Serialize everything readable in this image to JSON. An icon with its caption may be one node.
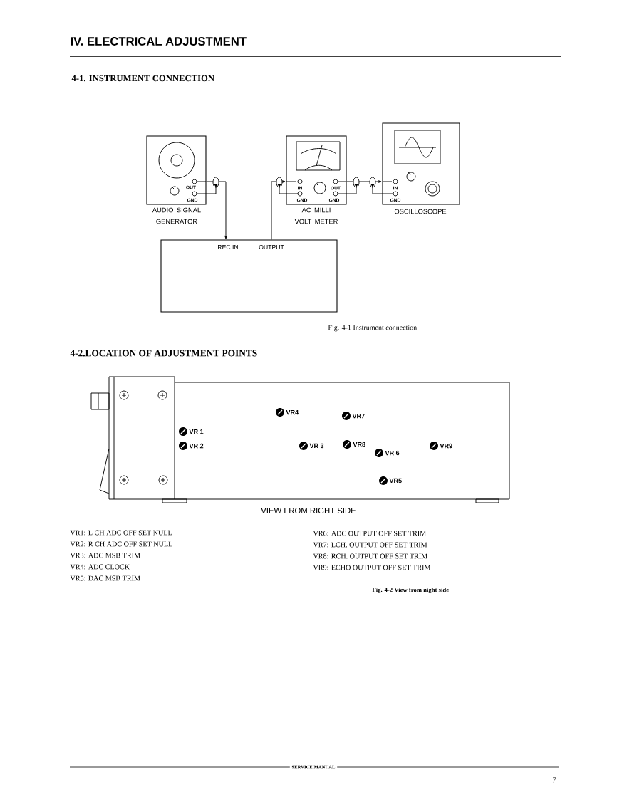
{
  "diagram": {
    "title": "IV. ELECTRICAL ADJUSTMENT",
    "nodes": [
      {
        "text": [
          "OUT",
          "GND",
          "AUDIO SIGNAL GENERATOR"
        ]
      },
      {
        "text": [
          "IN",
          "GND",
          "OUT",
          "GND",
          "AC MILLI VOLT METER"
        ]
      },
      {
        "text": [
          "IN",
          "GND",
          "OSCILLOSCOPE"
        ]
      },
      {
        "text": [
          "REC IN",
          "OUTPUT"
        ]
      }
    ],
    "edges": [
      {
        "from": 0,
        "to": 3,
        "arrow": "to"
      },
      {
        "from": 3,
        "to": 1,
        "arrow": "to"
      },
      {
        "from": 1,
        "to": 2,
        "arrow": "to"
      }
    ],
    "labels": [
      "4-1. INSTRUMENT CONNECTION",
      "Fig. 4-1 Instrument connection",
      "4-2.LOCATION OF ADJUSTMENT POINTS",
      "VR4",
      "VR7",
      "VR 1",
      "VR 2",
      "VR 3",
      "VR8",
      "VR 6",
      "VR9",
      "VR5",
      "VIEW FROM RIGHT SIDE",
      "VR1: L CH ADC OFF SET NULL",
      "VR6: ADC OUTPUT OFF SET TRIM",
      "VR2: R CH ADC OFF SET NULL",
      "VR7: LCH. OUTPUT OFF SET TRIM",
      "VR3: ADC MSB TRIM",
      "VR8: RCH. OUTPUT OFF SET TRIM",
      "VR4: ADC CLOCK",
      "VR9: ECHO OUTPUT OFF SET TRIM",
      "VR5: DAC MSB TRIM",
      "Fig. 4-2 View from night side",
      "SERVICE MANUAL",
      "7"
    ]
  }
}
